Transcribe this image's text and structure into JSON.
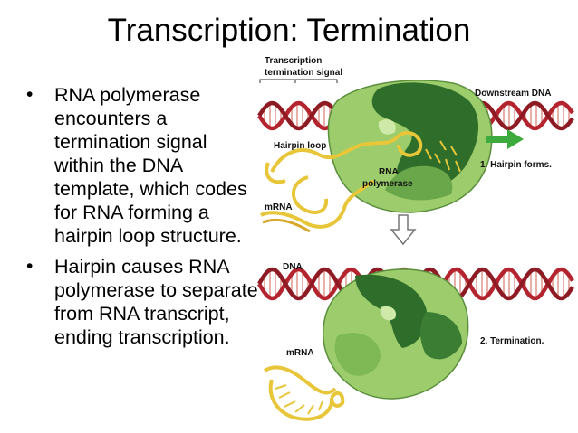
{
  "slide": {
    "title": "Transcription: Termination",
    "bullets": [
      "RNA polymerase encounters a termination signal within the DNA template, which codes for RNA forming a hairpin loop structure.",
      "Hairpin causes RNA polymerase to separate from RNA transcript, ending transcription."
    ]
  },
  "figure": {
    "labels": {
      "signal_line1": "Transcription",
      "signal_line2": "termination signal",
      "downstream_dna": "Downstream DNA",
      "hairpin_loop": "Hairpin loop",
      "rna_line1": "RNA",
      "rna_line2": "polymerase",
      "hairpin_forms": "1. Hairpin forms.",
      "mrna_top": "mRNA",
      "dna_bottom": "DNA",
      "mrna_bottom": "mRNA",
      "termination": "2. Termination."
    },
    "colors": {
      "dna_strand": "#b3242e",
      "dna_rung": "#e7b0a8",
      "rna": "#e8c63a",
      "polymerase_light": "#9ccc6b",
      "polymerase_dark": "#2f6e2a",
      "arrow": "#3caa3c"
    }
  }
}
